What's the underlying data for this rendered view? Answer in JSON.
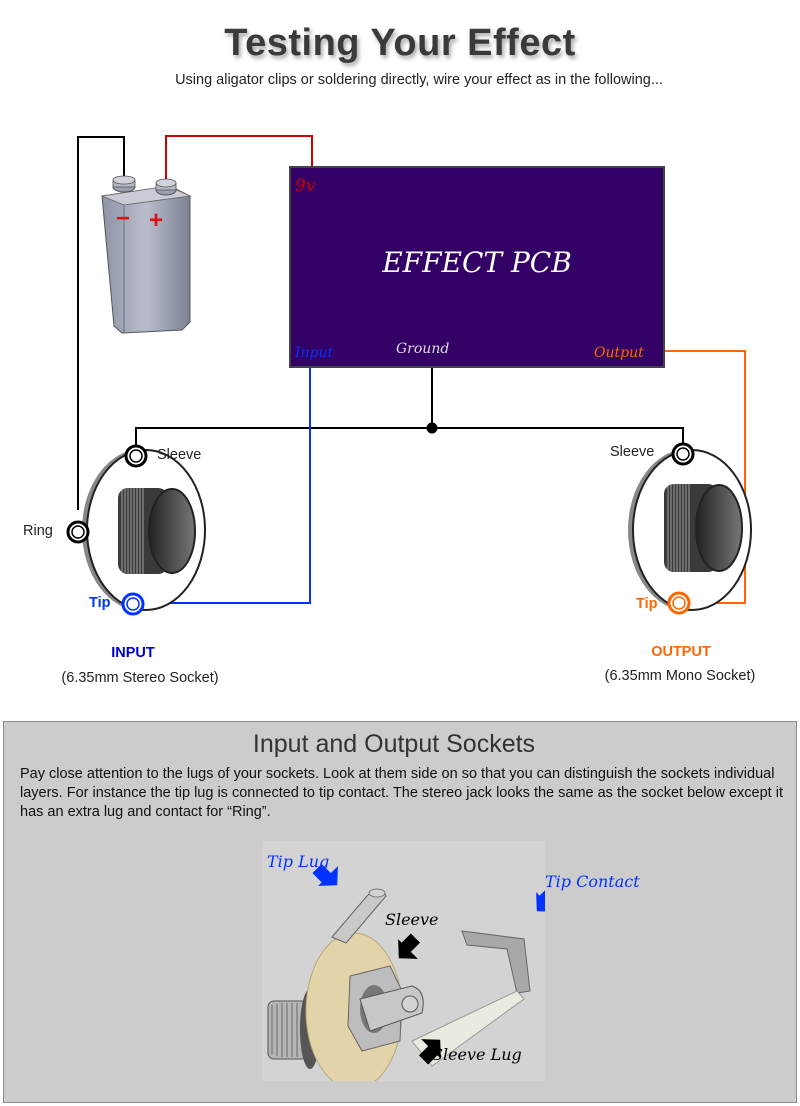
{
  "header": {
    "title": "Testing Your Effect",
    "subtitle": "Using aligator clips or soldering directly, wire your effect as in the following..."
  },
  "pcb": {
    "title": "EFFECT PCB",
    "label_power": "9v",
    "label_input": "Input",
    "label_ground": "Ground",
    "label_output": "Output",
    "fill_color": "#330066",
    "power_color": "#cc0000",
    "input_color": "#0033ff",
    "ground_color": "#dddddd",
    "output_color": "#ff6600"
  },
  "battery": {
    "negative_symbol": "−",
    "positive_symbol": "+"
  },
  "wires": {
    "power_color": "#cc0000",
    "ground_color": "#000000",
    "input_color": "#0033ff",
    "output_color": "#ff6600"
  },
  "input_socket": {
    "title": "INPUT",
    "subtitle": "(6.35mm Stereo Socket)",
    "sleeve_label": "Sleeve",
    "ring_label": "Ring",
    "tip_label": "Tip",
    "title_color": "#0000cc"
  },
  "output_socket": {
    "title": "OUTPUT",
    "subtitle": "(6.35mm Mono Socket)",
    "sleeve_label": "Sleeve",
    "tip_label": "Tip",
    "title_color": "#ff6600"
  },
  "info": {
    "title": "Input and Output Sockets",
    "body": "Pay close attention to the lugs of your sockets. Look at them side on so that you can distinguish the sockets individual layers. For instance the tip lug is connected to tip contact. The stereo jack looks the same as the socket below except it has an extra lug and contact for “Ring”.",
    "annotations": {
      "tip_lug": "Tip Lug",
      "tip_contact": "Tip Contact",
      "sleeve": "Sleeve",
      "sleeve_lug": "Sleeve Lug"
    }
  }
}
